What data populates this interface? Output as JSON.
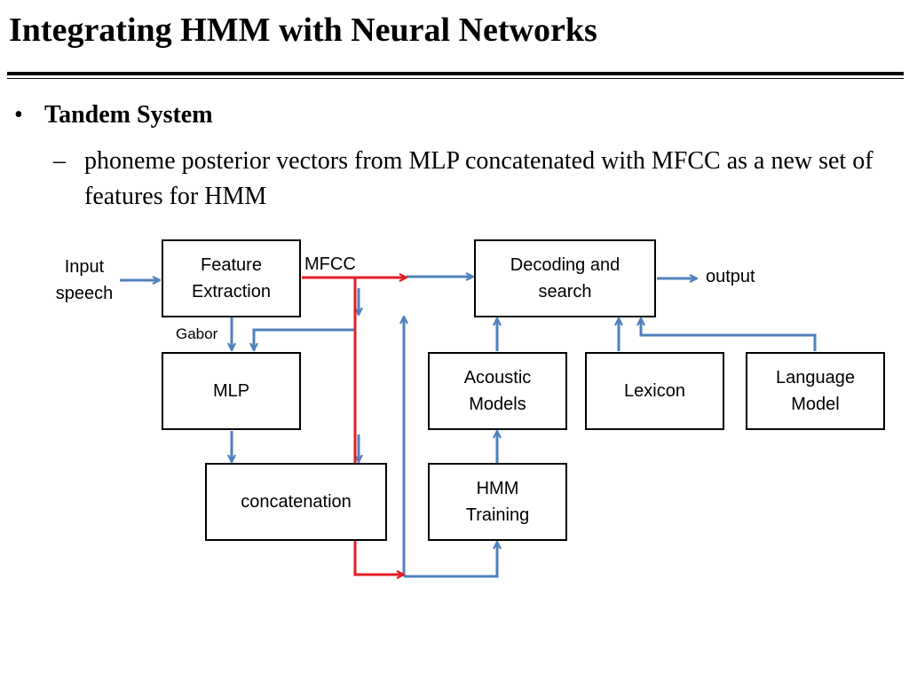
{
  "slide": {
    "title": "Integrating HMM with Neural Networks",
    "bullet": "Tandem System",
    "sub_dash": "–",
    "sub_bullet": "phoneme posterior vectors from MLP concatenated with MFCC as a new set of features for HMM"
  },
  "diagram": {
    "input_label": "Input\nspeech",
    "feature_extraction": "Feature\nExtraction",
    "mfcc_label": "MFCC",
    "gabor_label": "Gabor",
    "mlp": "MLP",
    "concatenation": "concatenation",
    "decoding": "Decoding and\nsearch",
    "output_label": "output",
    "acoustic_models": "Acoustic\nModels",
    "lexicon": "Lexicon",
    "language_model": "Language\nModel",
    "hmm_training": "HMM\nTraining"
  },
  "colors": {
    "blue_arrow": "#4f81bd",
    "red_path": "#e31e24",
    "box_border": "#000000"
  }
}
